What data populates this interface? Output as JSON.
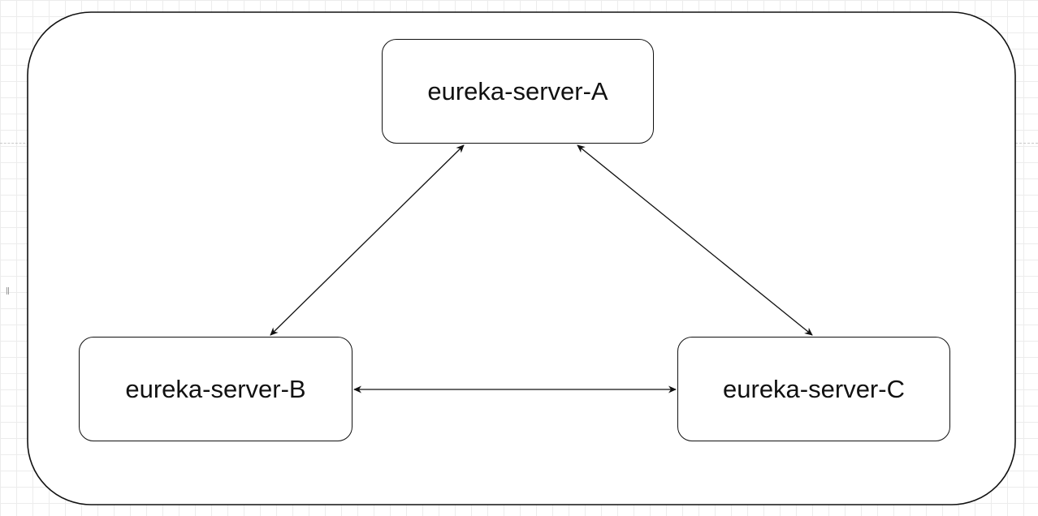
{
  "diagram": {
    "nodes": [
      {
        "id": "A",
        "label": "eureka-server-A"
      },
      {
        "id": "B",
        "label": "eureka-server-B"
      },
      {
        "id": "C",
        "label": "eureka-server-C"
      }
    ],
    "edges": [
      {
        "from": "A",
        "to": "B",
        "direction": "bidirectional"
      },
      {
        "from": "A",
        "to": "C",
        "direction": "bidirectional"
      },
      {
        "from": "B",
        "to": "C",
        "direction": "bidirectional"
      }
    ],
    "colors": {
      "stroke": "#111111",
      "background": "#ffffff",
      "grid": "#ececec"
    }
  }
}
